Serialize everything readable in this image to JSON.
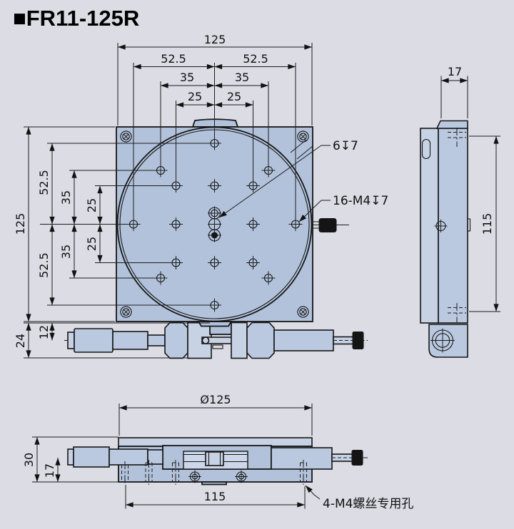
{
  "title": "■FR11-125R",
  "colors": {
    "background": "#dbdce4",
    "plate_fill": "#b2c2db",
    "light_fill": "#c7d2e5",
    "line": "#161616",
    "knob_black": "#141414"
  },
  "annotations": {
    "center_hole": "6↧7",
    "pattern_holes": "16-M4↧7",
    "base_holes": "4-M4螺丝专用孔"
  },
  "dims": {
    "top": {
      "d125": "125",
      "d52l": "52.5",
      "d52r": "52.5",
      "d35l": "35",
      "d35r": "35",
      "d25l": "25",
      "d25r": "25"
    },
    "left": {
      "d125": "125",
      "d52t": "52.5",
      "d35t": "35",
      "d25t": "25",
      "d25b": "25",
      "d35b": "35",
      "d52b": "52.5"
    },
    "act": {
      "d24": "24",
      "d12": "12"
    },
    "side": {
      "d17": "17",
      "d115": "115"
    },
    "bottom": {
      "d125": "Ø125",
      "d30": "30",
      "d17": "17",
      "d115": "115"
    }
  }
}
